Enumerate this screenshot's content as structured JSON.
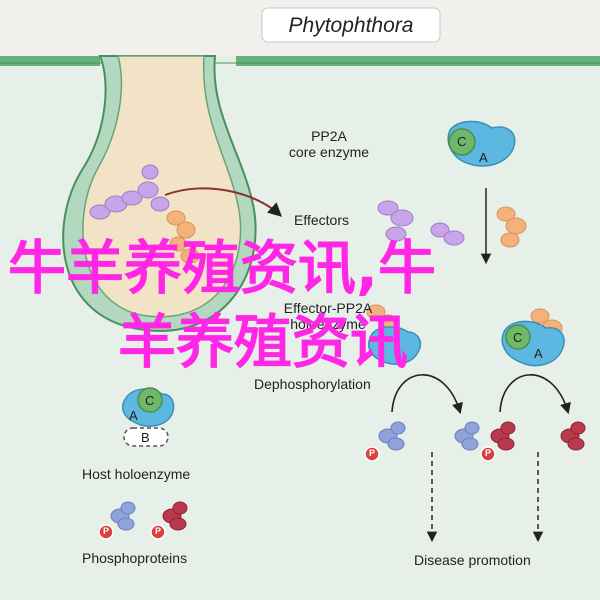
{
  "title": "Phytophthora",
  "labels": {
    "pp2a": "PP2A",
    "core_enzyme": "core enzyme",
    "effectors": "Effectors",
    "effector_pp2a": "Effector-PP2A",
    "holoenzyme": "holoenzyme",
    "dephosphorylation": "Dephosphorylation",
    "host_holoenzyme": "Host holoenzyme",
    "phosphoproteins": "Phosphoproteins",
    "disease_promotion": "Disease promotion"
  },
  "subunits": {
    "a": "A",
    "b": "B",
    "c": "C",
    "p": "P"
  },
  "watermark": {
    "line1": "牛羊养殖资讯,牛",
    "line2": "羊养殖资讯"
  },
  "colors": {
    "background": "#e6f0e8",
    "membrane": "#67b37a",
    "haustorium": "#f2e3c6",
    "effector_purple": "#c8a4e8",
    "effector_orange": "#f4b27a",
    "subunit_a": "#5cb8e0",
    "subunit_c": "#6fb86a",
    "phospho_red": "#b83a4c",
    "phospho_blue": "#8fa2da",
    "watermark": "#ff26e6"
  }
}
